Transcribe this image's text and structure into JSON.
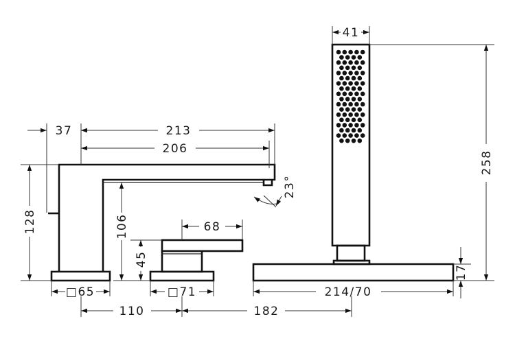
{
  "drawing": {
    "title": "",
    "dimensions": {
      "spout_offset": "37",
      "spout_length_total": "213",
      "spout_length_inner": "206",
      "spout_angle": "23°",
      "spout_height": "128",
      "spout_clearance": "106",
      "valve_height": "45",
      "lever_length": "68",
      "spout_base": "□65",
      "valve_base": "□71",
      "spacing_spout_valve": "110",
      "spacing_valve_shower": "182",
      "handshower_width": "41",
      "handshower_height": "258",
      "holder_height": "17",
      "holder_length": "214/70"
    }
  }
}
